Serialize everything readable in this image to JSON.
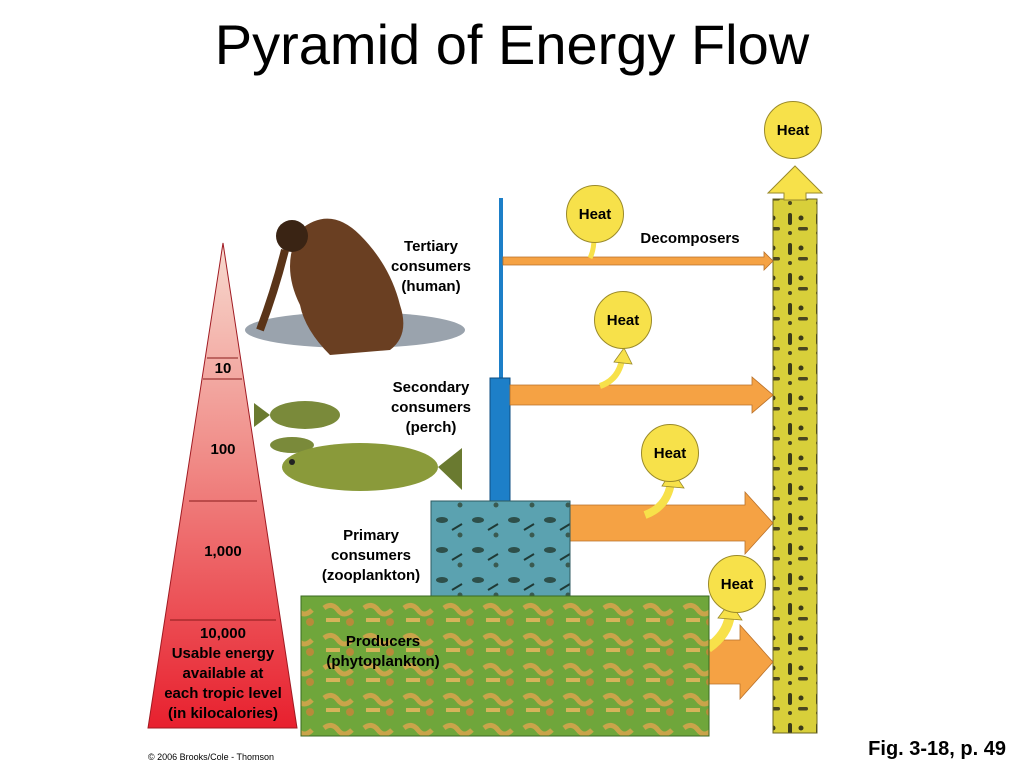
{
  "title": "Pyramid of Energy Flow",
  "pyramid": {
    "levels": [
      {
        "value": "10"
      },
      {
        "value": "100"
      },
      {
        "value": "1,000"
      },
      {
        "value": "10,000"
      }
    ],
    "bottom_caption": [
      "Usable energy",
      "available at",
      "each tropic level",
      "(in kilocalories)"
    ]
  },
  "organisms": {
    "tertiary": [
      "Tertiary",
      "consumers",
      "(human)"
    ],
    "secondary": [
      "Secondary",
      "consumers",
      "(perch)"
    ],
    "primary": [
      "Primary",
      "consumers",
      "(zooplankton)"
    ],
    "producers": [
      "Producers",
      "(phytoplankton)"
    ]
  },
  "decomposers_label": "Decomposers",
  "heat_label": "Heat",
  "colors": {
    "pyramid_top": "#f6d3c8",
    "pyramid_bottom": "#e8202e",
    "arrow": "#f5a244",
    "heat": "#f7e14a",
    "decomposer_column": "#d8cf3a",
    "producers_box": "#6fa63b",
    "zooplankton_box": "#5ba2b0",
    "energy_bar": "#1d7fc8"
  },
  "figure_ref": "Fig. 3-18, p. 49",
  "copyright": "© 2006 Brooks/Cole - Thomson"
}
